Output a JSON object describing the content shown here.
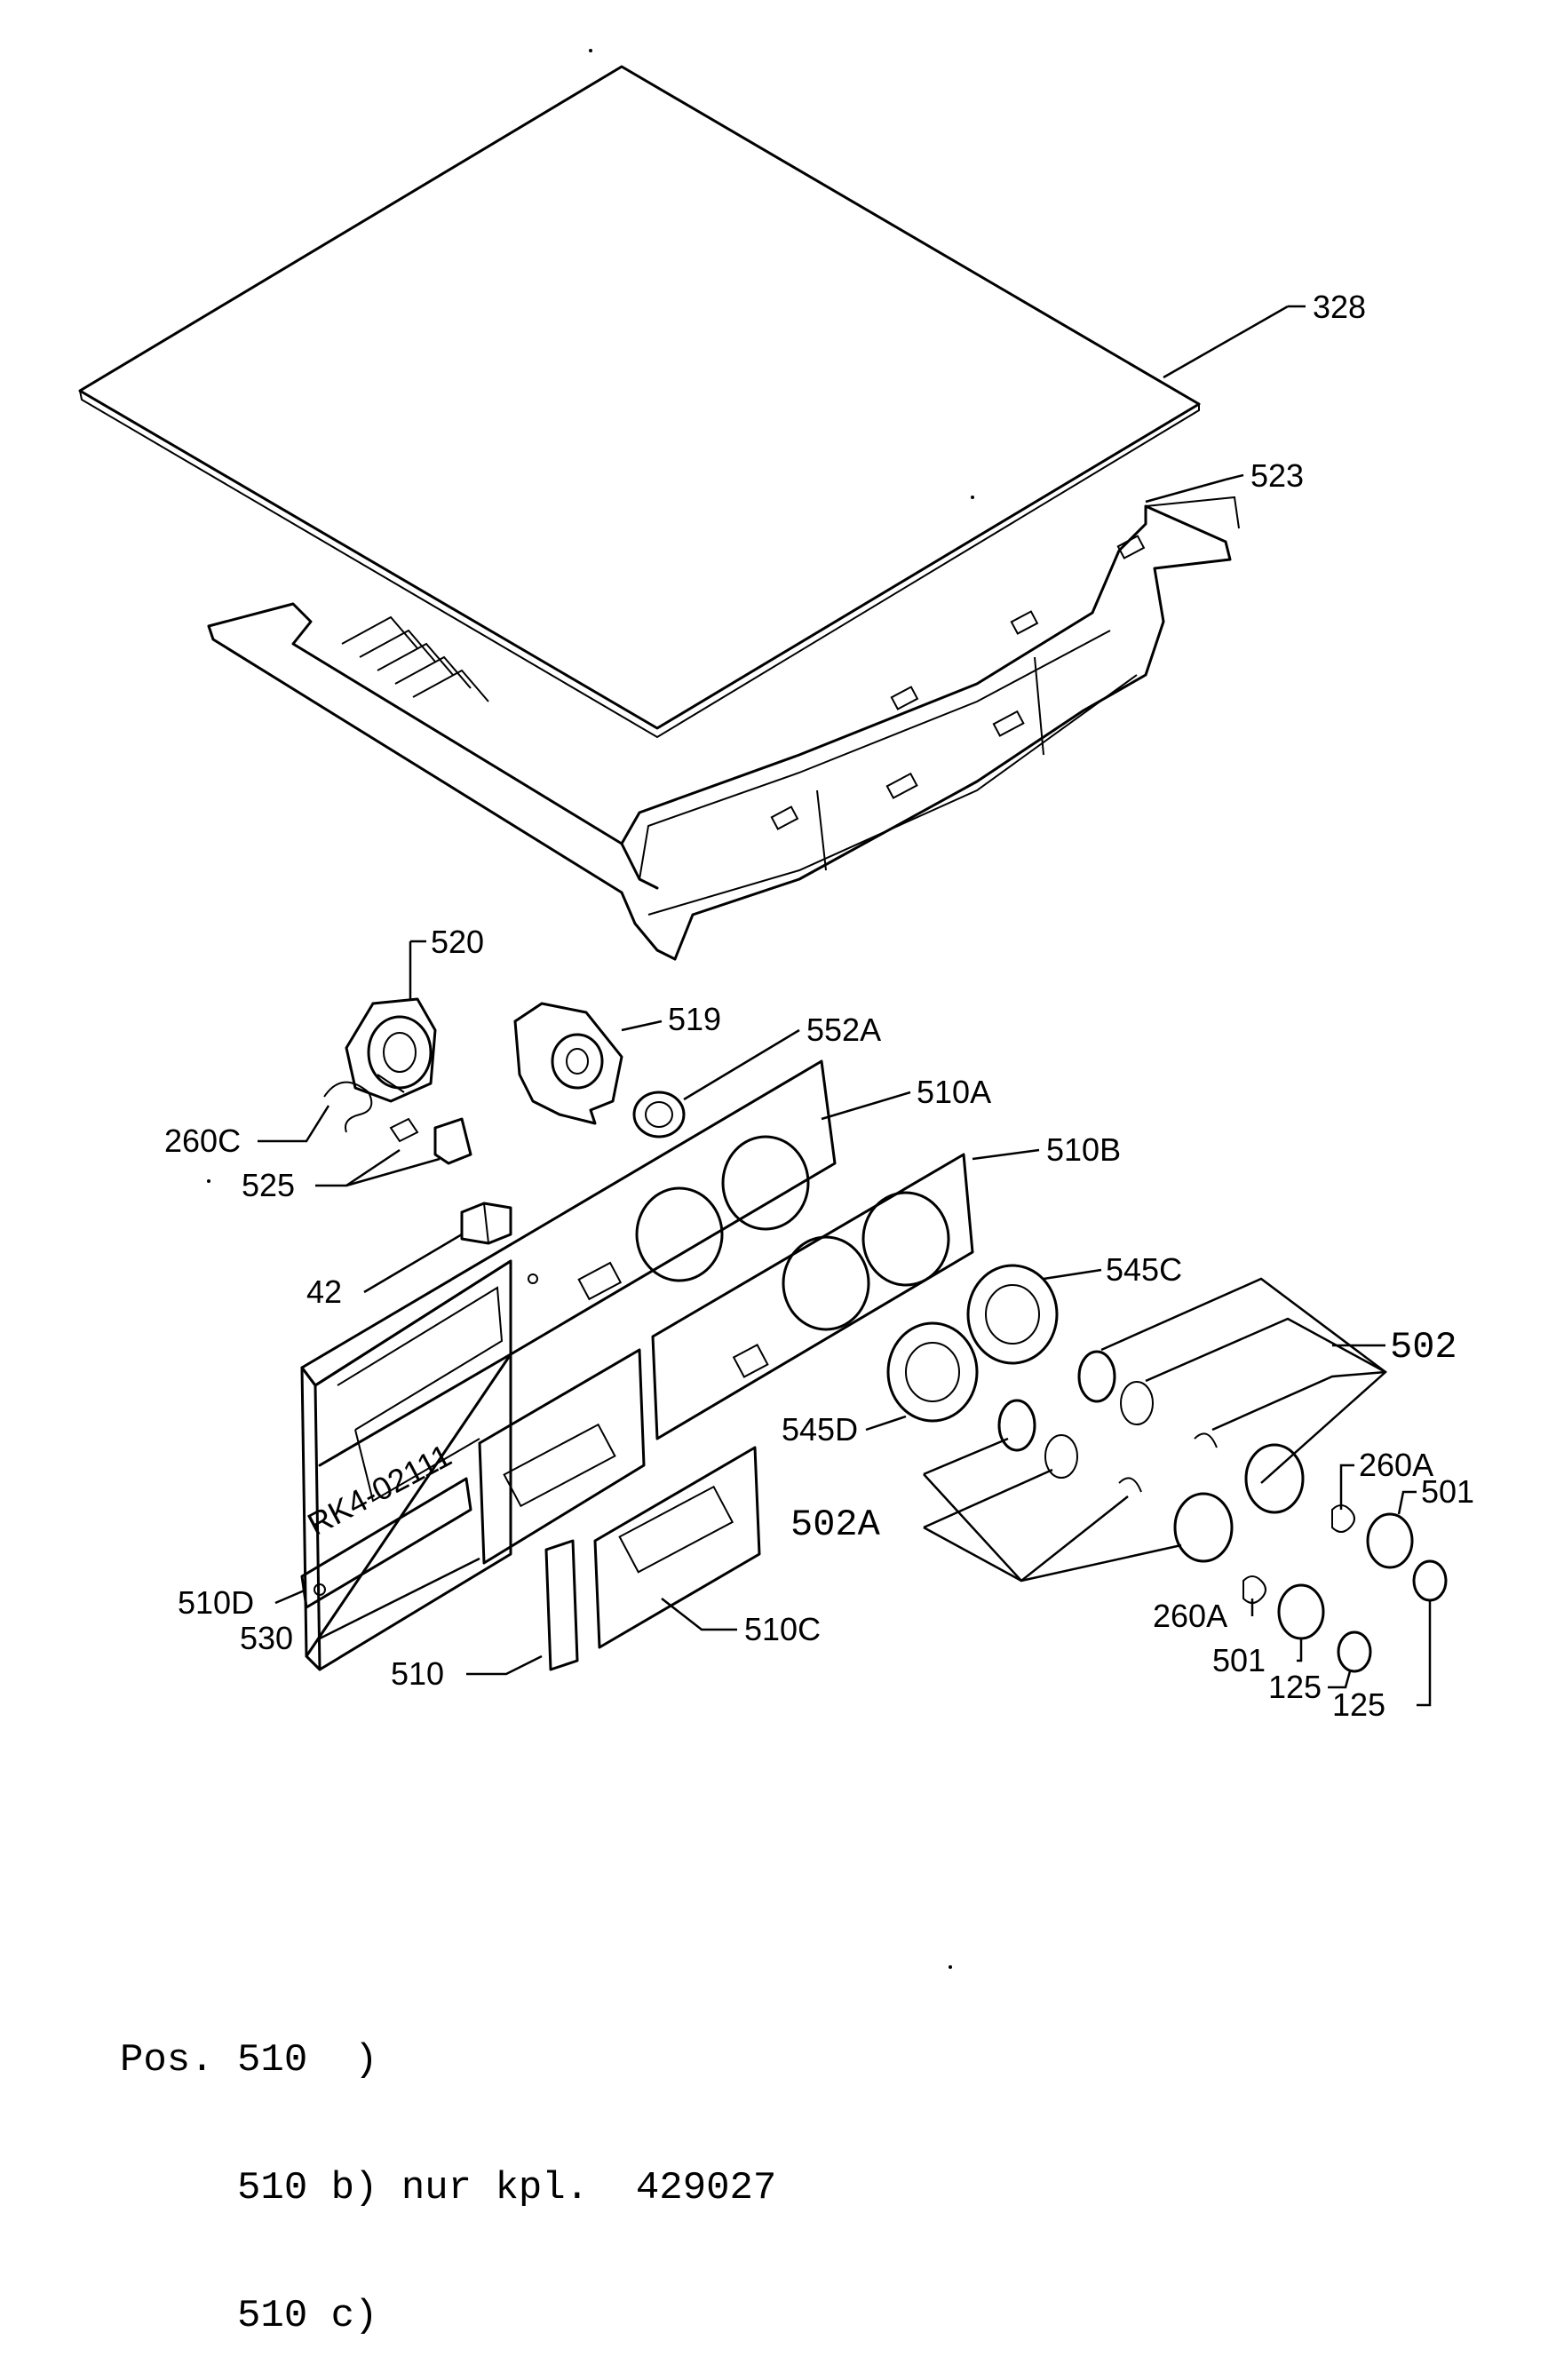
{
  "labels": {
    "p328": "328",
    "p523": "523",
    "p520": "520",
    "p519": "519",
    "p552A": "552A",
    "p510A": "510A",
    "p260C": "260C",
    "p525": "525",
    "p510B": "510B",
    "p42": "42",
    "p545C": "545C",
    "p502": "502",
    "p545D": "545D",
    "p502A": "502A",
    "p260A_top": "260A",
    "p501_top": "501",
    "p510D": "510D",
    "p530": "530",
    "p260A_bot": "260A",
    "p501_bot": "501",
    "p125_left": "125",
    "p510C": "510C",
    "p510": "510",
    "p125_right": "125",
    "stamp": "RK4-02111"
  },
  "notes": {
    "line1": "Pos. 510  )",
    "line2": "     510 b) nur kpl.  429027",
    "line3": "     510 c)"
  }
}
